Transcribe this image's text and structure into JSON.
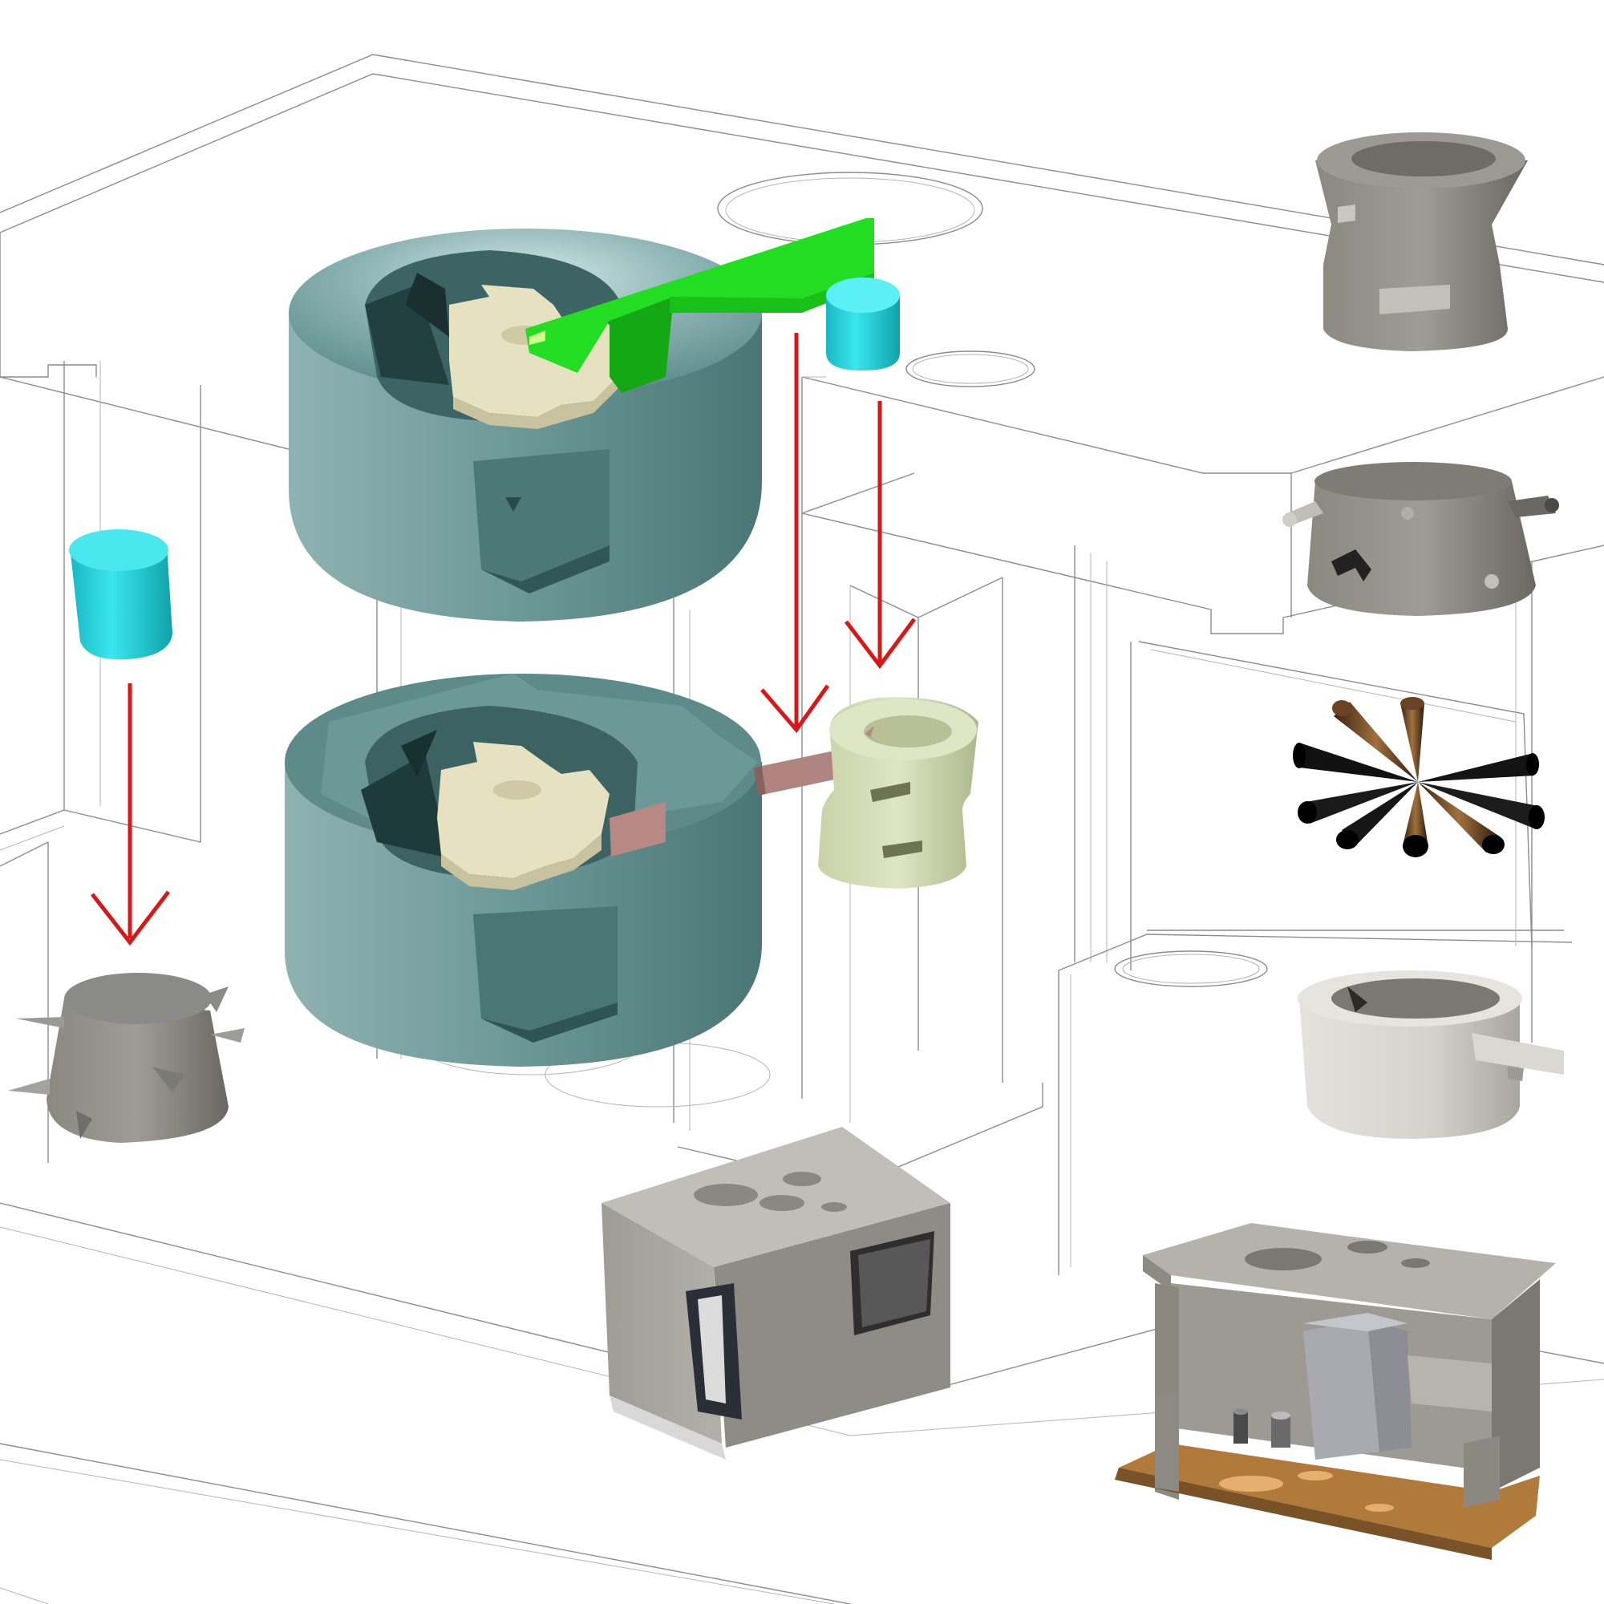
{
  "palette": {
    "teal_ring_light": "#7aa3a3",
    "teal_ring_mid": "#5e8c8c",
    "teal_ring_dark": "#3f6b6b",
    "cream_core": "#e8e4c4",
    "cream_core_shadow": "#c9c4a0",
    "green_bar": "#22dd22",
    "green_bar_dark": "#14a814",
    "cyan_cylinder": "#22d8e0",
    "cyan_cylinder_dark": "#12aeb8",
    "sage_pot": "#d8e0bc",
    "sage_pot_dark": "#b4bd94",
    "rose_tab": "#b88884",
    "red_arrow": "#d81818",
    "grey_object": "#8e8c84",
    "grey_object_dark": "#6e6c66",
    "light_grey_object": "#d8d6d0",
    "brown_spike": "#8a5a32",
    "dark_spike": "#1c1c1c",
    "wood_floor": "#b07a3c",
    "wireframe": "#8c8c8c",
    "background": "#ffffff"
  },
  "components": [
    {
      "name": "teal-annular-ring-upper",
      "state": "exploded"
    },
    {
      "name": "teal-annular-ring-lower",
      "state": "assembled"
    },
    {
      "name": "cream-star-core",
      "count": 2
    },
    {
      "name": "green-bar",
      "count": 1
    },
    {
      "name": "cyan-cylinder",
      "count": 2
    },
    {
      "name": "sage-pot",
      "count": 1
    },
    {
      "name": "red-arrow",
      "count": 3
    },
    {
      "name": "grey-pedestal-with-spikes",
      "count": 1
    },
    {
      "name": "grey-hourglass-pot",
      "count": 1
    },
    {
      "name": "grey-tapered-pot-with-pegs",
      "count": 1
    },
    {
      "name": "radial-spike-cluster",
      "count": 1
    },
    {
      "name": "white-cylinder-with-spout",
      "count": 1
    },
    {
      "name": "grey-box-stove",
      "count": 1
    },
    {
      "name": "cutaway-stove-interior",
      "count": 1
    }
  ]
}
